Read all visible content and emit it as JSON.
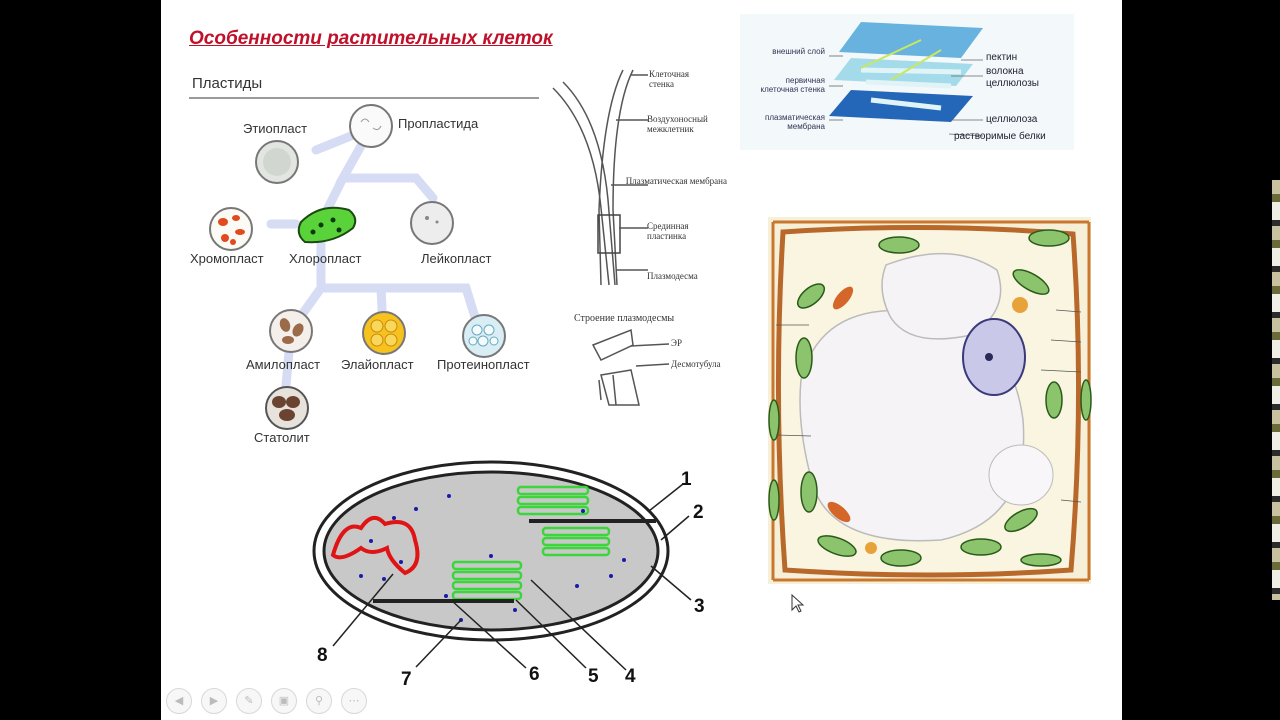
{
  "slide": {
    "title": "Особенности растительных клеток",
    "section": "Пластиды"
  },
  "plastids": {
    "etioplast": "Этиопласт",
    "proplastid": "Пропластида",
    "chromoplast": "Хромопласт",
    "chloroplast": "Хлоропласт",
    "leucoplast": "Лейкопласт",
    "amyloplast": "Амилопласт",
    "elaioplast": "Элайопласт",
    "proteinoplast": "Протеинопласт",
    "statolith": "Статолит"
  },
  "cell_wall": {
    "wall": "Клеточная стенка",
    "airspace": "Воздухоносный межклетник",
    "membrane": "Плазматическая мембрана",
    "lamella": "Срединная пластинка",
    "plasmodesma": "Плазмодесма",
    "plasmodesma_structure": "Строение плазмодесмы",
    "er": "ЭР",
    "desmotubule": "Десмотубула"
  },
  "wall_layers": {
    "outer_layer": "внешний слой",
    "primary_wall": "первичная клеточная стенка",
    "plasma_membrane": "плазматическая мембрана",
    "pectin": "пектин",
    "fibers": "волокна целлюлозы",
    "cellulose": "целлюлоза",
    "soluble_proteins": "растворимые белки"
  },
  "chloroplast_diagram": {
    "numbers": [
      "1",
      "2",
      "3",
      "4",
      "5",
      "6",
      "7",
      "8"
    ]
  },
  "colors": {
    "title": "#c0102a",
    "chloroplast_green": "#3ad63a",
    "dna_red": "#e01414",
    "stroma_gray": "#c8c8c8",
    "cell_wall_brown": "#b8682a"
  },
  "controls": [
    "prev-icon",
    "next-icon",
    "pen-icon",
    "slides-icon",
    "zoom-icon",
    "more-icon"
  ]
}
